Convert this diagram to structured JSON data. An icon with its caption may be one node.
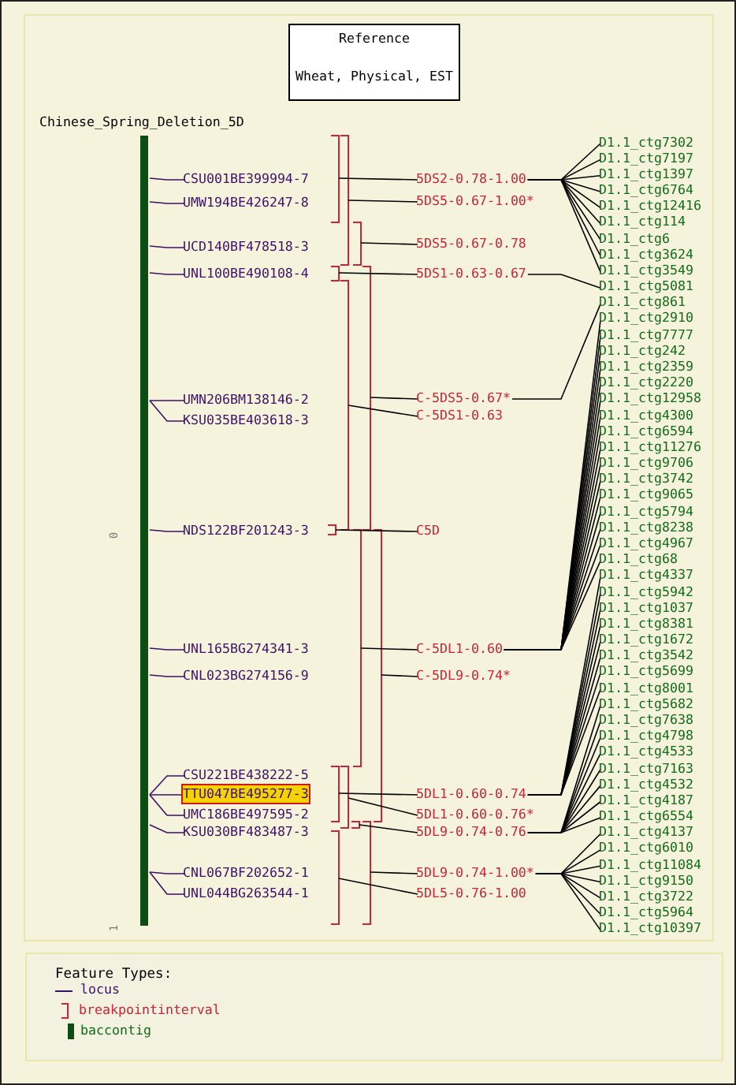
{
  "diagram": {
    "nodes": [
      {
        "text": [
          "Reference",
          "Wheat, Physical, EST"
        ]
      },
      {
        "text": [
          "Chinese_Spring_Deletion_5D"
        ]
      },
      {
        "text": [
          "CSU001BE399994-7"
        ]
      },
      {
        "text": [
          "UMW194BE426247-8"
        ]
      },
      {
        "text": [
          "UCD140BF478518-3"
        ]
      },
      {
        "text": [
          "UNL100BE490108-4"
        ]
      },
      {
        "text": [
          "UMN206BM138146-2"
        ]
      },
      {
        "text": [
          "KSU035BE403618-3"
        ]
      },
      {
        "text": [
          "NDS122BF201243-3"
        ]
      },
      {
        "text": [
          "UNL165BG274341-3"
        ]
      },
      {
        "text": [
          "CNL023BG274156-9"
        ]
      },
      {
        "text": [
          "CSU221BE438222-5"
        ]
      },
      {
        "text": [
          "TTU047BE495277-3"
        ]
      },
      {
        "text": [
          "UMC186BE497595-2"
        ]
      },
      {
        "text": [
          "KSU030BF483487-3"
        ]
      },
      {
        "text": [
          "CNL067BF202652-1"
        ]
      },
      {
        "text": [
          "UNL044BG263544-1"
        ]
      },
      {
        "text": [
          "5DS2-0.78-1.00"
        ]
      },
      {
        "text": [
          "5DS5-0.67-1.00*"
        ]
      },
      {
        "text": [
          "5DS5-0.67-0.78"
        ]
      },
      {
        "text": [
          "5DS1-0.63-0.67"
        ]
      },
      {
        "text": [
          "C-5DS5-0.67*"
        ]
      },
      {
        "text": [
          "C-5DS1-0.63"
        ]
      },
      {
        "text": [
          "C5D"
        ]
      },
      {
        "text": [
          "C-5DL1-0.60"
        ]
      },
      {
        "text": [
          "C-5DL9-0.74*"
        ]
      },
      {
        "text": [
          "5DL1-0.60-0.74"
        ]
      },
      {
        "text": [
          "5DL1-0.60-0.76*"
        ]
      },
      {
        "text": [
          "5DL9-0.74-0.76"
        ]
      },
      {
        "text": [
          "5DL9-0.74-1.00*"
        ]
      },
      {
        "text": [
          "5DL5-0.76-1.00"
        ]
      },
      {
        "text": [
          "D1.1_ctg7302"
        ]
      },
      {
        "text": [
          "D1.1_ctg7197"
        ]
      },
      {
        "text": [
          "D1.1_ctg1397"
        ]
      },
      {
        "text": [
          "D1.1_ctg6764"
        ]
      },
      {
        "text": [
          "D1.1_ctg12416"
        ]
      },
      {
        "text": [
          "D1.1_ctg114"
        ]
      },
      {
        "text": [
          "D1.1_ctg6"
        ]
      },
      {
        "text": [
          "D1.1_ctg3624"
        ]
      },
      {
        "text": [
          "D1.1_ctg3549"
        ]
      },
      {
        "text": [
          "D1.1_ctg5081"
        ]
      },
      {
        "text": [
          "D1.1_ctg861"
        ]
      },
      {
        "text": [
          "D1.1_ctg2910"
        ]
      },
      {
        "text": [
          "D1.1_ctg7777"
        ]
      },
      {
        "text": [
          "D1.1_ctg242"
        ]
      },
      {
        "text": [
          "D1.1_ctg2359"
        ]
      },
      {
        "text": [
          "D1.1_ctg2220"
        ]
      },
      {
        "text": [
          "D1.1_ctg12958"
        ]
      },
      {
        "text": [
          "D1.1_ctg4300"
        ]
      },
      {
        "text": [
          "D1.1_ctg6594"
        ]
      },
      {
        "text": [
          "D1.1_ctg11276"
        ]
      },
      {
        "text": [
          "D1.1_ctg9706"
        ]
      },
      {
        "text": [
          "D1.1_ctg3742"
        ]
      },
      {
        "text": [
          "D1.1_ctg9065"
        ]
      },
      {
        "text": [
          "D1.1_ctg5794"
        ]
      },
      {
        "text": [
          "D1.1_ctg8238"
        ]
      },
      {
        "text": [
          "D1.1_ctg4967"
        ]
      },
      {
        "text": [
          "D1.1_ctg68"
        ]
      },
      {
        "text": [
          "D1.1_ctg4337"
        ]
      },
      {
        "text": [
          "D1.1_ctg5942"
        ]
      },
      {
        "text": [
          "D1.1_ctg1037"
        ]
      },
      {
        "text": [
          "D1.1_ctg8381"
        ]
      },
      {
        "text": [
          "D1.1_ctg1672"
        ]
      },
      {
        "text": [
          "D1.1_ctg3542"
        ]
      },
      {
        "text": [
          "D1.1_ctg5699"
        ]
      },
      {
        "text": [
          "D1.1_ctg8001"
        ]
      },
      {
        "text": [
          "D1.1_ctg5682"
        ]
      },
      {
        "text": [
          "D1.1_ctg7638"
        ]
      },
      {
        "text": [
          "D1.1_ctg4798"
        ]
      },
      {
        "text": [
          "D1.1_ctg4533"
        ]
      },
      {
        "text": [
          "D1.1_ctg7163"
        ]
      },
      {
        "text": [
          "D1.1_ctg4532"
        ]
      },
      {
        "text": [
          "D1.1_ctg4187"
        ]
      },
      {
        "text": [
          "D1.1_ctg6554"
        ]
      },
      {
        "text": [
          "D1.1_ctg4137"
        ]
      },
      {
        "text": [
          "D1.1_ctg6010"
        ]
      },
      {
        "text": [
          "D1.1_ctg11084"
        ]
      },
      {
        "text": [
          "D1.1_ctg9150"
        ]
      },
      {
        "text": [
          "D1.1_ctg3722"
        ]
      },
      {
        "text": [
          "D1.1_ctg5964"
        ]
      },
      {
        "text": [
          "D1.1_ctg10397"
        ]
      },
      {
        "text": [],
        "shape": "bracket"
      },
      {
        "text": [],
        "shape": "bracket"
      },
      {
        "text": [],
        "shape": "bracket"
      },
      {
        "text": [],
        "shape": "bracket"
      },
      {
        "text": [],
        "shape": "bracket"
      },
      {
        "text": [],
        "shape": "bracket"
      },
      {
        "text": [],
        "shape": "bracket"
      },
      {
        "text": [],
        "shape": "bracket"
      },
      {
        "text": [],
        "shape": "bracket"
      },
      {
        "text": [],
        "shape": "bracket"
      },
      {
        "text": [],
        "shape": "bracket"
      },
      {
        "text": [],
        "shape": "bracket"
      },
      {
        "text": [],
        "shape": "bracket"
      },
      {
        "text": [],
        "shape": "bracket"
      }
    ],
    "edges": [
      {
        "from": 2,
        "to": 1,
        "arrow": "none",
        "color": "#3c1068"
      },
      {
        "from": 3,
        "to": 1,
        "arrow": "none",
        "color": "#3c1068"
      },
      {
        "from": 4,
        "to": 1,
        "arrow": "none",
        "color": "#3c1068"
      },
      {
        "from": 5,
        "to": 1,
        "arrow": "none",
        "color": "#3c1068"
      },
      {
        "from": 6,
        "to": 1,
        "arrow": "none",
        "color": "#3c1068"
      },
      {
        "from": 7,
        "to": 1,
        "arrow": "none",
        "color": "#3c1068"
      },
      {
        "from": 8,
        "to": 1,
        "arrow": "none",
        "color": "#3c1068"
      },
      {
        "from": 9,
        "to": 1,
        "arrow": "none",
        "color": "#3c1068"
      },
      {
        "from": 10,
        "to": 1,
        "arrow": "none",
        "color": "#3c1068"
      },
      {
        "from": 11,
        "to": 1,
        "arrow": "none",
        "color": "#3c1068"
      },
      {
        "from": 12,
        "to": 1,
        "arrow": "none",
        "color": "#3c1068"
      },
      {
        "from": 13,
        "to": 1,
        "arrow": "none",
        "color": "#3c1068"
      },
      {
        "from": 14,
        "to": 1,
        "arrow": "none",
        "color": "#3c1068"
      },
      {
        "from": 15,
        "to": 1,
        "arrow": "none",
        "color": "#3c1068"
      },
      {
        "from": 16,
        "to": 1,
        "arrow": "none",
        "color": "#3c1068"
      },
      {
        "from": 17,
        "to": 81,
        "arrow": "none"
      },
      {
        "from": 18,
        "to": 82,
        "arrow": "none"
      },
      {
        "from": 19,
        "to": 83,
        "arrow": "none"
      },
      {
        "from": 20,
        "to": 84,
        "arrow": "none"
      },
      {
        "from": 21,
        "to": 85,
        "arrow": "none"
      },
      {
        "from": 22,
        "to": 86,
        "arrow": "none"
      },
      {
        "from": 23,
        "to": 87,
        "arrow": "none"
      },
      {
        "from": 24,
        "to": 88,
        "arrow": "none"
      },
      {
        "from": 25,
        "to": 89,
        "arrow": "none"
      },
      {
        "from": 26,
        "to": 90,
        "arrow": "none"
      },
      {
        "from": 27,
        "to": 91,
        "arrow": "none"
      },
      {
        "from": 28,
        "to": 92,
        "arrow": "none"
      },
      {
        "from": 29,
        "to": 93,
        "arrow": "none"
      },
      {
        "from": 30,
        "to": 94,
        "arrow": "none"
      },
      {
        "from": 17,
        "to": 31,
        "arrow": "none"
      },
      {
        "from": 17,
        "to": 32,
        "arrow": "none"
      },
      {
        "from": 17,
        "to": 33,
        "arrow": "none"
      },
      {
        "from": 17,
        "to": 34,
        "arrow": "none"
      },
      {
        "from": 17,
        "to": 35,
        "arrow": "none"
      },
      {
        "from": 17,
        "to": 36,
        "arrow": "none"
      },
      {
        "from": 17,
        "to": 37,
        "arrow": "none"
      },
      {
        "from": 17,
        "to": 38,
        "arrow": "none"
      },
      {
        "from": 17,
        "to": 39,
        "arrow": "none"
      },
      {
        "from": 20,
        "to": 40,
        "arrow": "none"
      },
      {
        "from": 21,
        "to": 41,
        "arrow": "none"
      },
      {
        "from": 24,
        "to": 42,
        "arrow": "none"
      },
      {
        "from": 24,
        "to": 43,
        "arrow": "none"
      },
      {
        "from": 24,
        "to": 44,
        "arrow": "none"
      },
      {
        "from": 24,
        "to": 45,
        "arrow": "none"
      },
      {
        "from": 24,
        "to": 46,
        "arrow": "none"
      },
      {
        "from": 24,
        "to": 47,
        "arrow": "none"
      },
      {
        "from": 24,
        "to": 48,
        "arrow": "none"
      },
      {
        "from": 24,
        "to": 49,
        "arrow": "none"
      },
      {
        "from": 24,
        "to": 50,
        "arrow": "none"
      },
      {
        "from": 24,
        "to": 51,
        "arrow": "none"
      },
      {
        "from": 24,
        "to": 52,
        "arrow": "none"
      },
      {
        "from": 24,
        "to": 53,
        "arrow": "none"
      },
      {
        "from": 24,
        "to": 54,
        "arrow": "none"
      },
      {
        "from": 24,
        "to": 55,
        "arrow": "none"
      },
      {
        "from": 24,
        "to": 56,
        "arrow": "none"
      },
      {
        "from": 24,
        "to": 57,
        "arrow": "none"
      },
      {
        "from": 26,
        "to": 58,
        "arrow": "none"
      },
      {
        "from": 26,
        "to": 59,
        "arrow": "none"
      },
      {
        "from": 26,
        "to": 60,
        "arrow": "none"
      },
      {
        "from": 26,
        "to": 61,
        "arrow": "none"
      },
      {
        "from": 26,
        "to": 62,
        "arrow": "none"
      },
      {
        "from": 26,
        "to": 63,
        "arrow": "none"
      },
      {
        "from": 26,
        "to": 64,
        "arrow": "none"
      },
      {
        "from": 26,
        "to": 65,
        "arrow": "none"
      },
      {
        "from": 28,
        "to": 66,
        "arrow": "none"
      },
      {
        "from": 28,
        "to": 67,
        "arrow": "none"
      },
      {
        "from": 28,
        "to": 68,
        "arrow": "none"
      },
      {
        "from": 28,
        "to": 69,
        "arrow": "none"
      },
      {
        "from": 28,
        "to": 70,
        "arrow": "none"
      },
      {
        "from": 28,
        "to": 71,
        "arrow": "none"
      },
      {
        "from": 28,
        "to": 72,
        "arrow": "none"
      },
      {
        "from": 28,
        "to": 73,
        "arrow": "none"
      },
      {
        "from": 29,
        "to": 74,
        "arrow": "none"
      },
      {
        "from": 29,
        "to": 75,
        "arrow": "none"
      },
      {
        "from": 29,
        "to": 76,
        "arrow": "none"
      },
      {
        "from": 29,
        "to": 77,
        "arrow": "none"
      },
      {
        "from": 29,
        "to": 78,
        "arrow": "none"
      },
      {
        "from": 29,
        "to": 79,
        "arrow": "none"
      },
      {
        "from": 29,
        "to": 80,
        "arrow": "none"
      }
    ],
    "labels": [
      "0",
      "1",
      "Feature Types:"
    ],
    "legend": [
      {
        "text": "locus"
      },
      {
        "text": "breakpointinterval"
      },
      {
        "text": "baccontig",
        "color": "#0b4d12"
      }
    ]
  }
}
